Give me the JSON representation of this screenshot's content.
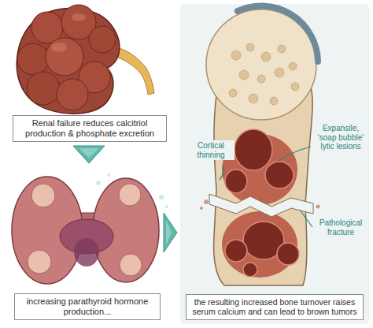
{
  "diagram": {
    "nodes": [
      {
        "text": [
          "Renal failure reduces calcitriol production & phosphate excretion"
        ]
      },
      {
        "text": [
          "increasing parathyroid hormone production..."
        ]
      },
      {
        "text": [
          "the resulting increased bone turnover raises serum calcium and can lead to brown tumors"
        ]
      }
    ],
    "edges": [
      {
        "from": 0,
        "to": 1,
        "arrow": "to"
      },
      {
        "from": 1,
        "to": 2,
        "arrow": "to"
      }
    ],
    "labels": [
      "Cortical thinning",
      "Expansile, 'soap bubble' lytic lesions",
      "Pathological fracture"
    ]
  }
}
